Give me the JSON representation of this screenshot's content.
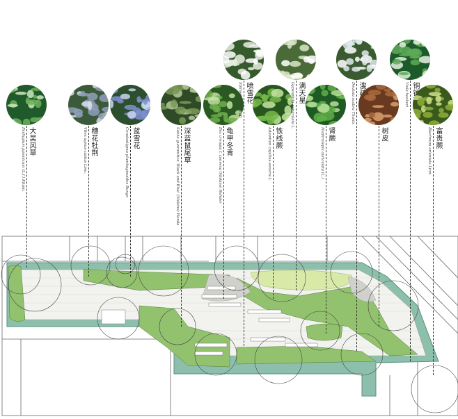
{
  "diagram": {
    "plants": [
      {
        "id": "p1",
        "cn": "大吴风草",
        "latin": "Farfugium japonicum (L.f.) Kitam.",
        "colors": [
          "#1e5a2a",
          "#6fb05a",
          "#cfe7c0"
        ]
      },
      {
        "id": "p2",
        "cn": "穗花牡荆",
        "latin": "Vitex agnus-castus Linn.",
        "colors": [
          "#3b5a3a",
          "#8f9fb8",
          "#d8dcea"
        ]
      },
      {
        "id": "p3",
        "cn": "蓝雪花",
        "latin": "Ceratostigma plumbaginoides Bunge",
        "colors": [
          "#2d4f2d",
          "#7f8fd0",
          "#c9d3f0"
        ]
      },
      {
        "id": "p4",
        "cn": "深蓝鼠尾草",
        "latin": "Salvia guaranitica 'Black and Blue' (Makino) Honda",
        "colors": [
          "#2e4a26",
          "#7a9a58",
          "#b9c99a"
        ]
      },
      {
        "id": "p5",
        "cn": "龟甲冬青",
        "latin": "Ilex crenata f. convexa (Makino) Rehder",
        "colors": [
          "#2a5a22",
          "#6fae4a",
          "#c4e0a4"
        ]
      },
      {
        "id": "p6",
        "cn": "喷雪花",
        "latin": "Spiraea thunbergii",
        "colors": [
          "#355a2c",
          "#e9efe2",
          "#ffffff"
        ]
      },
      {
        "id": "p7",
        "cn": "铁线蕨",
        "latin": "Adiantum capillus-veneris L.",
        "colors": [
          "#28561f",
          "#74b84a",
          "#c6e6a2"
        ]
      },
      {
        "id": "p8",
        "cn": "满天星",
        "latin": "Gypsophila paniculata L.",
        "colors": [
          "#4a6a38",
          "#d9e6c8",
          "#ffffff"
        ]
      },
      {
        "id": "p9",
        "cn": "肾蕨",
        "latin": "Nephrolepis auriculata (L.)",
        "colors": [
          "#1f5a24",
          "#5fae48",
          "#b8e09a"
        ]
      },
      {
        "id": "p10",
        "cn": "溲疏",
        "latin": "Deutzia scabra Thunb.",
        "colors": [
          "#3a5a30",
          "#dfe7ec",
          "#ffffff"
        ]
      },
      {
        "id": "p11",
        "cn": "树皮",
        "latin": "",
        "colors": [
          "#6a3a20",
          "#a86a40",
          "#d8a070"
        ]
      },
      {
        "id": "p12",
        "cn": "铜锤草",
        "latin": "Viola hookeri",
        "colors": [
          "#1c5a2a",
          "#5faa58",
          "#e6f2e0"
        ]
      },
      {
        "id": "p13",
        "cn": "富贵蕨",
        "latin": "Blechnum orientale Linn.",
        "colors": [
          "#3a5a1c",
          "#8fae3a",
          "#cfe08a"
        ]
      }
    ],
    "colors": {
      "path_border": "#7fb2a0",
      "grass": "#d4e8a8",
      "planting": "#8fbf6a",
      "line": "#333333"
    }
  }
}
